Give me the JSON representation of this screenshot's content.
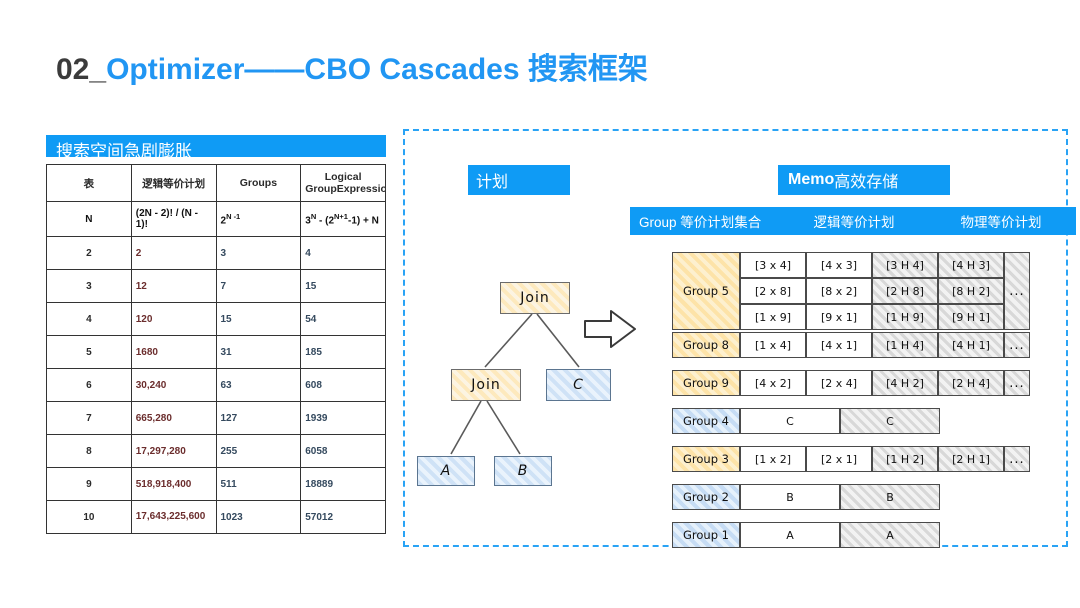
{
  "title": {
    "prefix": "02_",
    "main": "Optimizer——CBO  Cascades 搜索框架"
  },
  "left": {
    "header": "搜索空间急剧膨胀",
    "columns": [
      "表",
      "逻辑等价计划",
      "Groups",
      "Logical GroupExpression"
    ],
    "formula_row": {
      "n": "N",
      "plans": "(2N - 2)! / (N - 1)!",
      "groups_base": "2",
      "groups_sup": "N -1",
      "expr": "3^N - (2^(N+1)-1) + N"
    },
    "rows": [
      {
        "n": "2",
        "plans": "2",
        "groups": "3",
        "expr": "4"
      },
      {
        "n": "3",
        "plans": "12",
        "groups": "7",
        "expr": "15"
      },
      {
        "n": "4",
        "plans": "120",
        "groups": "15",
        "expr": "54"
      },
      {
        "n": "5",
        "plans": "1680",
        "groups": "31",
        "expr": "185"
      },
      {
        "n": "6",
        "plans": "30,240",
        "groups": "63",
        "expr": "608"
      },
      {
        "n": "7",
        "plans": "665,280",
        "groups": "127",
        "expr": "1939"
      },
      {
        "n": "8",
        "plans": "17,297,280",
        "groups": "255",
        "expr": "6058"
      },
      {
        "n": "9",
        "plans": "518,918,400",
        "groups": "511",
        "expr": "18889"
      },
      {
        "n": "10",
        "plans": "17,643,225,600",
        "groups": "1023",
        "expr": "57012"
      }
    ]
  },
  "right": {
    "plan_tag": "计划",
    "memo_tag_bold": "Memo",
    "memo_tag_rest": " 高效存储",
    "bar": {
      "group_label": "Group 等价计划集合",
      "logical_label": "逻辑等价计划",
      "physical_label": "物理等价计划"
    },
    "tree": {
      "nodes": [
        {
          "label": "Join",
          "kind": "orange"
        },
        {
          "label": "Join",
          "kind": "orange"
        },
        {
          "label": "C",
          "kind": "blue"
        },
        {
          "label": "A",
          "kind": "blue"
        },
        {
          "label": "B",
          "kind": "blue"
        }
      ]
    },
    "memo_rows": [
      {
        "group": "Group 5",
        "tone": "orange",
        "grid": [
          [
            "[3 x 4]",
            "[4 x 3]",
            "[3 H 4]",
            "[4 H 3]"
          ],
          [
            "[2 x 8]",
            "[8 x 2]",
            "[2 H 8]",
            "[8 H 2]"
          ],
          [
            "[1 x 9]",
            "[9 x 1]",
            "[1 H 9]",
            "[9 H 1]"
          ]
        ],
        "ellipsis": "..."
      },
      {
        "group": "Group 8",
        "tone": "orange",
        "grid": [
          [
            "[1 x 4]",
            "[4 x 1]",
            "[1 H 4]",
            "[4 H 1]"
          ]
        ],
        "ellipsis": "..."
      },
      {
        "group": "Group 9",
        "tone": "orange",
        "grid": [
          [
            "[4 x 2]",
            "[2 x 4]",
            "[4 H 2]",
            "[2 H 4]"
          ]
        ],
        "ellipsis": "..."
      },
      {
        "group": "Group 4",
        "tone": "blue",
        "grid": [
          [
            "C",
            "C"
          ]
        ],
        "ellipsis": ""
      },
      {
        "group": "Group 3",
        "tone": "orange",
        "grid": [
          [
            "[1 x 2]",
            "[2 x 1]",
            "[1 H 2]",
            "[2 H 1]"
          ]
        ],
        "ellipsis": "..."
      },
      {
        "group": "Group 2",
        "tone": "blue",
        "grid": [
          [
            "B",
            "B"
          ]
        ],
        "ellipsis": ""
      },
      {
        "group": "Group 1",
        "tone": "blue",
        "grid": [
          [
            "A",
            "A"
          ]
        ],
        "ellipsis": ""
      }
    ]
  },
  "colors": {
    "accent": "#0f9bf5",
    "title_blue": "#2196f3",
    "dashed_border": "#29a3f5"
  }
}
